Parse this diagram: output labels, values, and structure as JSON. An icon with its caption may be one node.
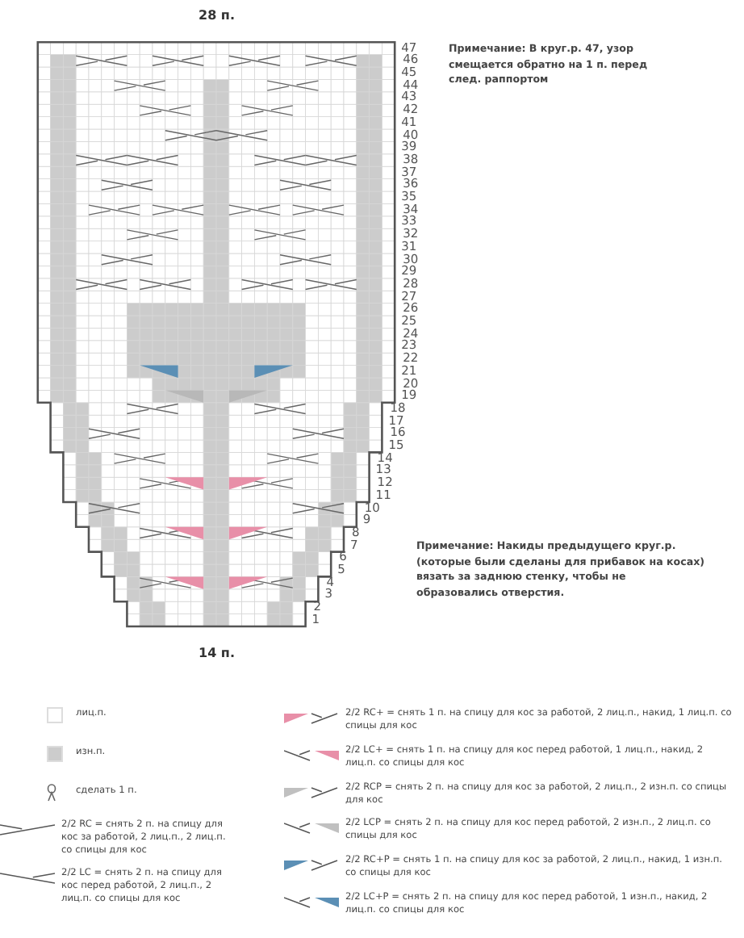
{
  "diagram": {
    "labels": [
      "28 п.",
      "47",
      "46",
      "45",
      "44",
      "43",
      "42",
      "41",
      "40",
      "39",
      "38",
      "37",
      "36",
      "35",
      "34",
      "33",
      "32",
      "31",
      "30",
      "29",
      "28",
      "27",
      "26",
      "25",
      "24",
      "23",
      "22",
      "21",
      "20",
      "19",
      "18",
      "17",
      "16",
      "15",
      "14",
      "13",
      "12",
      "11",
      "10",
      "9",
      "8",
      "7",
      "6",
      "5",
      "4",
      "3",
      "2",
      "1",
      "Примечание: В круг.р. 47, узор смещается обратно на 1 п. перед след. раппортом",
      "Примечание: Накиды предыдущего круг.р. (которые были сделаны для прибавок на косах) вязать за заднюю стенку, чтобы не образовались отверстия.",
      "14 п."
    ],
    "legend": [
      {
        "text": "лиц.п.",
        "color": "#ffffff"
      },
      {
        "text": "изн.п.",
        "color": "#cccccc"
      },
      {
        "text": "сделать 1 п."
      },
      {
        "text": "2/2 RC = снять 2 п. на спицу для кос за работой, 2 лиц.п., 2 лиц.п. со спицы для кос"
      },
      {
        "text": "2/2 LC = снять 2 п. на спицу для кос перед работой, 2 лиц.п., 2 лиц.п. со спицы для кос"
      },
      {
        "text": "2/2 RC+ = снять 1 п. на спицу для кос за работой, 2 лиц.п., накид, 1 лиц.п. со спицы для кос"
      },
      {
        "text": "2/2 LC+ = снять 1 п. на спицу для кос перед работой, 1 лиц.п., накид, 2 лиц.п. со спицы для кос"
      },
      {
        "text": "2/2 RCP = снять 2 п. на спицу для кос за работой, 2 лиц.п., 2 изн.п. со спицы для кос"
      },
      {
        "text": "2/2 LCP = снять 2 п. на спицу для кос перед работой, 2 изн.п., 2 лиц.п. со спицы для кос"
      },
      {
        "text": "2/2 RC+P = снять 1 п. на спицу для кос за работой, 2 лиц.п., накид, 1 изн.п. со спицы для кос"
      },
      {
        "text": "2/2 LC+P = снять 2 п. на спицу для кос перед работой, 1 изн.п., накид, 2 лиц.п. со спицы для кос"
      }
    ]
  }
}
